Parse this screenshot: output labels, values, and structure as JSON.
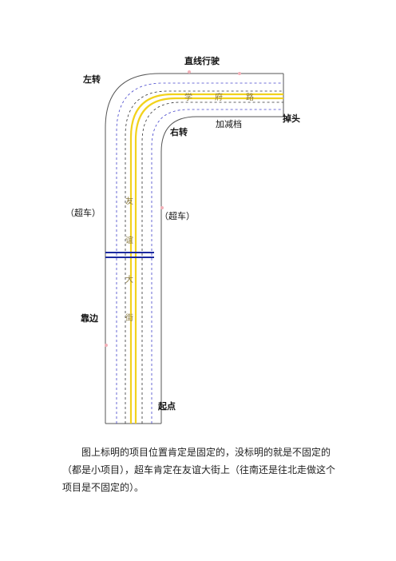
{
  "labels": {
    "straight": "直线行驶",
    "left_turn": "左转",
    "right_turn": "右转",
    "shift": "加减档",
    "u_turn": "掉头",
    "overtake_left": "（超车）",
    "overtake_right": "（超车）",
    "pull_over": "靠边",
    "start": "起点"
  },
  "street_h": [
    "学",
    "府",
    "路"
  ],
  "street_v": [
    "友",
    "谊",
    "大",
    "街"
  ],
  "caption": "图上标明的项目位置肯定是固定的，没标明的就是不固定的（都是小项目），超车肯定在友谊大街上（往南还是往北走做这个项目是不固定的）。",
  "colors": {
    "road_edge": "#555555",
    "lane_dash": "#4444cc",
    "center_line": "#f2d21c",
    "stop_line": "#1c2aa0"
  }
}
